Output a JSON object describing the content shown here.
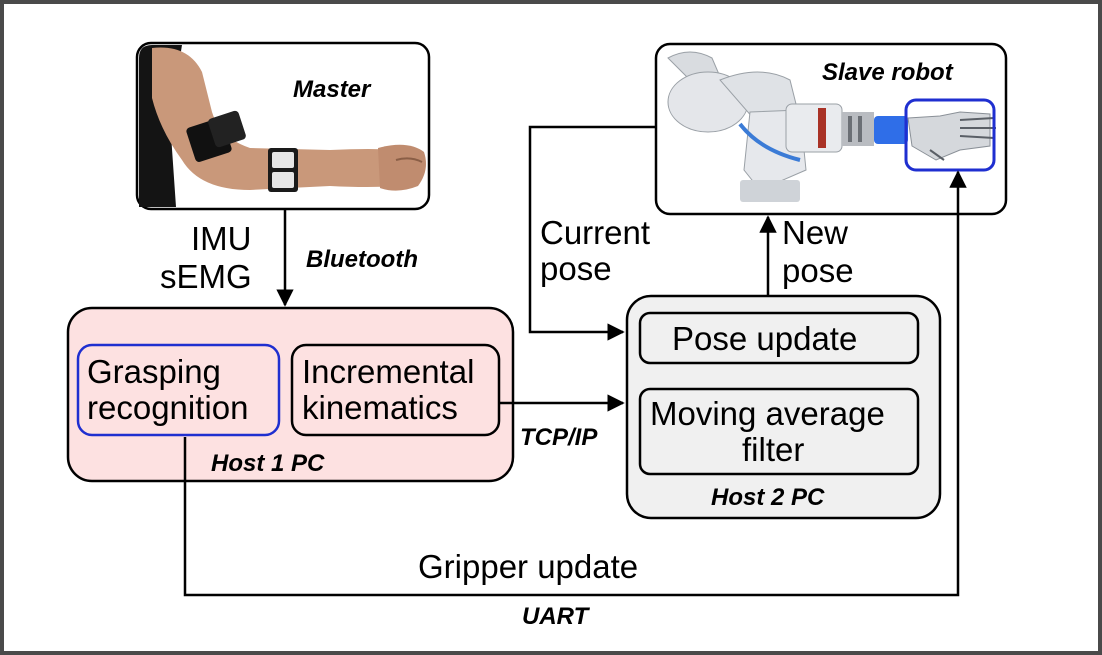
{
  "master": {
    "title": "Master"
  },
  "slave": {
    "title": "Slave robot"
  },
  "sensor_labels": {
    "line1": "IMU",
    "line2": "sEMG"
  },
  "links": {
    "bluetooth": "Bluetooth",
    "tcp_ip": "TCP/IP",
    "uart": "UART"
  },
  "host1": {
    "title": "Host 1 PC",
    "grasp_line1": "Grasping",
    "grasp_line2": "recognition",
    "kin_line1": "Incremental",
    "kin_line2": "kinematics"
  },
  "host2": {
    "title": "Host 2 PC",
    "pose_update": "Pose update",
    "filter_line1": "Moving average",
    "filter_line2": "filter"
  },
  "flows": {
    "current_line1": "Current",
    "current_line2": "pose",
    "new_line1": "New",
    "new_line2": "pose",
    "gripper_update": "Gripper update"
  },
  "colors": {
    "host1_fill": "#fde1e1",
    "host2_fill": "#f0f0f0",
    "highlight_blue": "#1f2fd0",
    "robot_gray": "#d9dce0"
  }
}
